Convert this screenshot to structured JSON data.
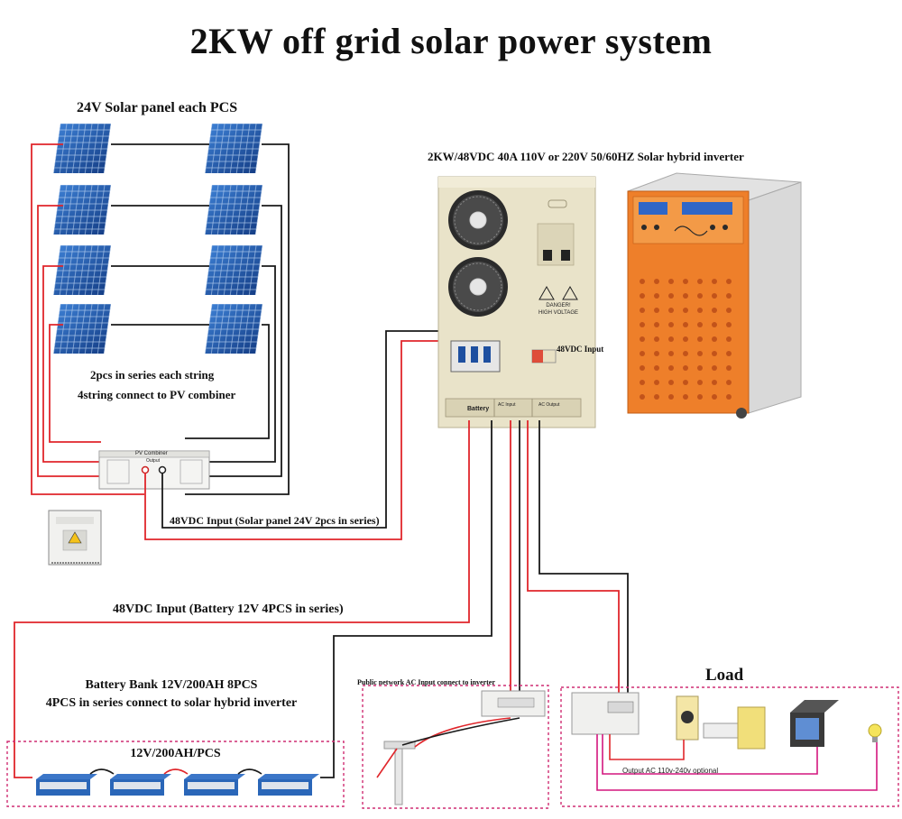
{
  "title": "2KW off grid solar power system",
  "labels": {
    "solar_panel_header": "24V Solar panel each PCS",
    "string_note_line1": "2pcs in series each string",
    "string_note_line2": "4string connect to PV combiner",
    "inverter_header": "2KW/48VDC 40A 110V or 220V 50/60HZ Solar hybrid inverter",
    "pv_input_label": "48VDC Input (Solar panel 24V 2pcs in series)",
    "battery_input_label": "48VDC Input (Battery 12V 4PCS in series)",
    "battery_bank_line1": "Battery Bank 12V/200AH 8PCS",
    "battery_bank_line2": "4PCS in series connect to solar hybrid inverter",
    "battery_each": "12V/200AH/PCS",
    "public_network": "Public network AC Input connect to inverter",
    "load_title": "Load",
    "output_ac": "Output AC 110v-240v optional",
    "dc48_input_tag": "48VDC Input",
    "pv_combiner_tag": "PV Combiner",
    "output_tag": "Output",
    "battery_tag": "Battery",
    "ac_input_tag": "AC Input",
    "ac_output_tag": "AC Output",
    "danger_line1": "DANGER!",
    "danger_line2": "HIGH VOLTAGE"
  },
  "colors": {
    "positive_wire": "#e0262b",
    "negative_wire": "#1a1a1a",
    "ac_wire": "#d3177f",
    "dashed_border": "#cf2d73",
    "panel_blue": "#1c4f9c",
    "inverter_orange": "#ee7f2a",
    "inverter_beige": "#e9e3c9",
    "battery_blue": "#2a66b8"
  }
}
